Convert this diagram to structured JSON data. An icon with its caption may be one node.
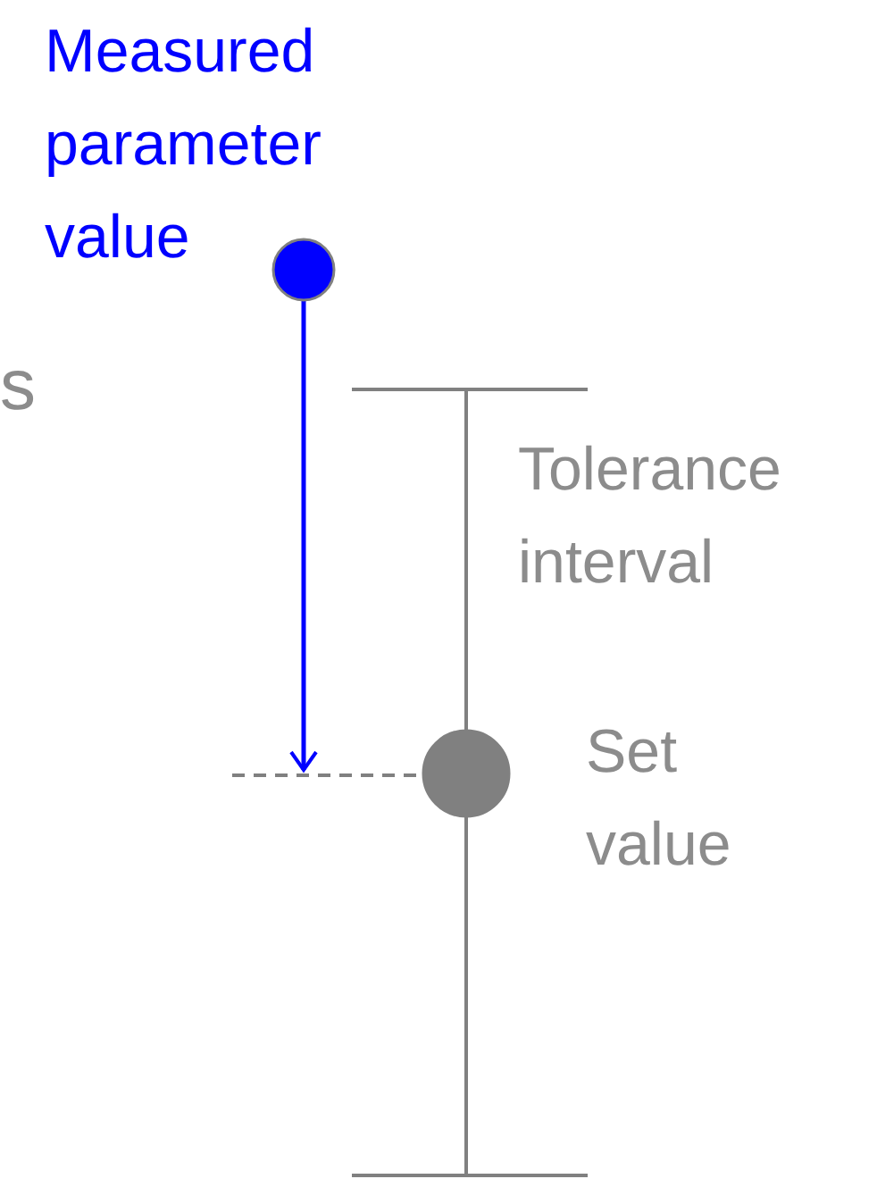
{
  "diagram": {
    "nodes": [
      {
        "text": [
          "Measured parameter value"
        ]
      },
      {
        "text": [
          "Tolerance interval"
        ]
      },
      {
        "text": [
          "Set value"
        ],
        "in": 1
      },
      {
        "text": [],
        "shape": "line"
      }
    ],
    "edges": [
      {
        "from": 0,
        "to": 3,
        "arrow": "to",
        "color": "#0000ff"
      }
    ],
    "labels": [
      "s"
    ]
  }
}
